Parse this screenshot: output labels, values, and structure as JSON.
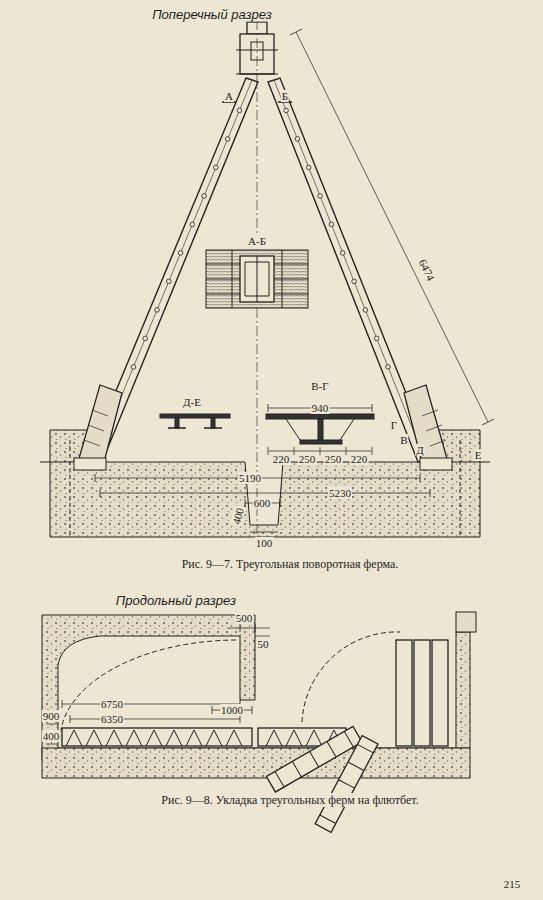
{
  "diagram": {
    "caption": "Рис. 9—7. Треугольная поворотная ферма.",
    "labels": [
      "Поперечный разрез",
      "А",
      "Б",
      "А-Б",
      "6474",
      "В-Г",
      "940",
      "Д-Е",
      "220",
      "250",
      "250",
      "220",
      "В",
      "Г",
      "Д",
      "Е",
      "5190",
      "5230",
      "600",
      "400",
      "100",
      "Продольный разрез",
      "500",
      "50",
      "6750",
      "6350",
      "1000",
      "900",
      "400",
      "Рис. 9—8. Укладка треугольных ферм на флютбет.",
      "215"
    ]
  }
}
